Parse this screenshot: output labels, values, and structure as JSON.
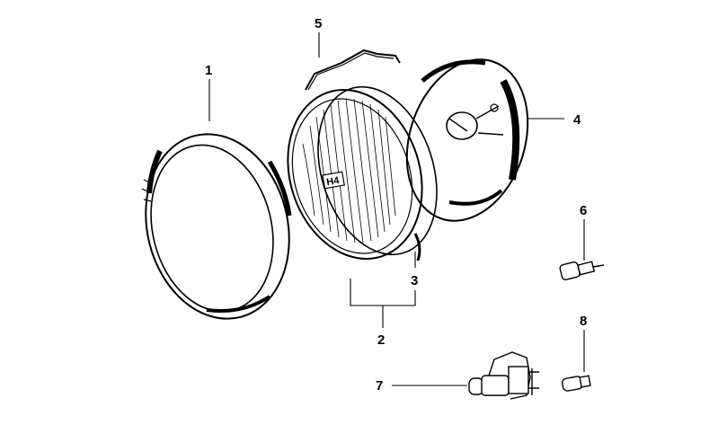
{
  "diagram": {
    "callouts": {
      "c1": "1",
      "c2": "2",
      "c3": "3",
      "c4": "4",
      "c5": "5",
      "c6": "6",
      "c7": "7",
      "c8": "8"
    },
    "lens_mark": "H4"
  },
  "colors": {
    "ink": "#000000",
    "background": "#ffffff"
  }
}
